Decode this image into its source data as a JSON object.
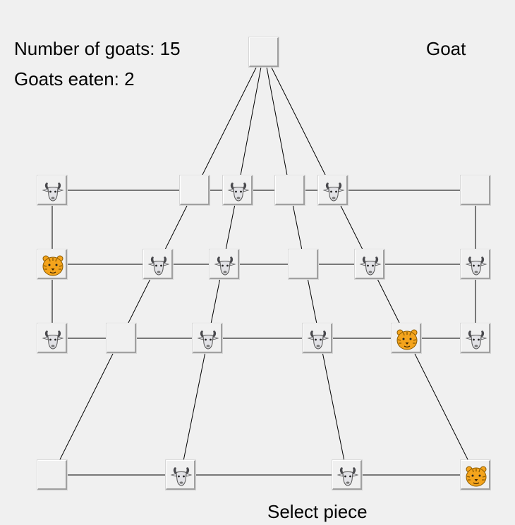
{
  "status": {
    "goat_count_label": "Number of goats: 15",
    "goats_eaten_label": "Goats eaten: 2",
    "current_turn": "Goat",
    "message": "Select piece"
  },
  "colors": {
    "background": "#f0f0f0",
    "line": "#000000",
    "tiger_fill": "#f4a41c",
    "goat_fill": "#e2e2e6",
    "goat_horn": "#4a4a4e"
  },
  "board": {
    "apex": {
      "piece": "empty"
    },
    "rows": [
      [
        "goat",
        "empty",
        "goat",
        "empty",
        "goat",
        "empty"
      ],
      [
        "tiger",
        "goat",
        "goat",
        "empty",
        "goat",
        "goat"
      ],
      [
        "goat",
        "empty",
        "goat",
        "goat",
        "tiger",
        "goat"
      ],
      [
        "empty",
        "goat",
        "goat",
        "tiger"
      ]
    ]
  }
}
